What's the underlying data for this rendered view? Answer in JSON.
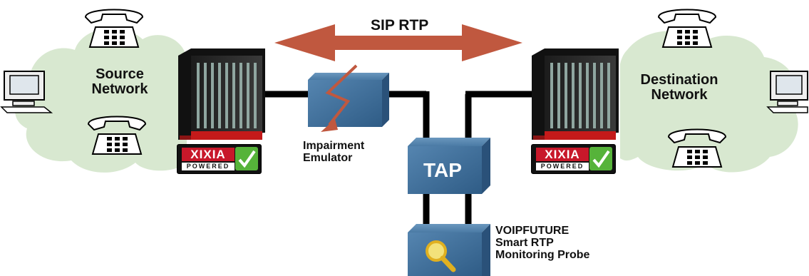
{
  "arrow": {
    "label": "SIP RTP"
  },
  "left_network": {
    "line1": "Source",
    "line2": "Network"
  },
  "right_network": {
    "line1": "Destination",
    "line2": "Network"
  },
  "impairment": {
    "line1": "Impairment",
    "line2": "Emulator"
  },
  "tap": {
    "label": "TAP"
  },
  "probe": {
    "line1": "VOIPFUTURE",
    "line2": "Smart RTP",
    "line3": "Monitoring Probe"
  },
  "badge": {
    "brand": "XIXIA",
    "sub": "POWERED"
  },
  "colors": {
    "cloud": "#d8e8d0",
    "arrow": "#c0583f",
    "device": "#3e6b93",
    "chassis": "#2a2a2a",
    "chassis_front": "#c41a1a",
    "check": "#56b33a"
  }
}
